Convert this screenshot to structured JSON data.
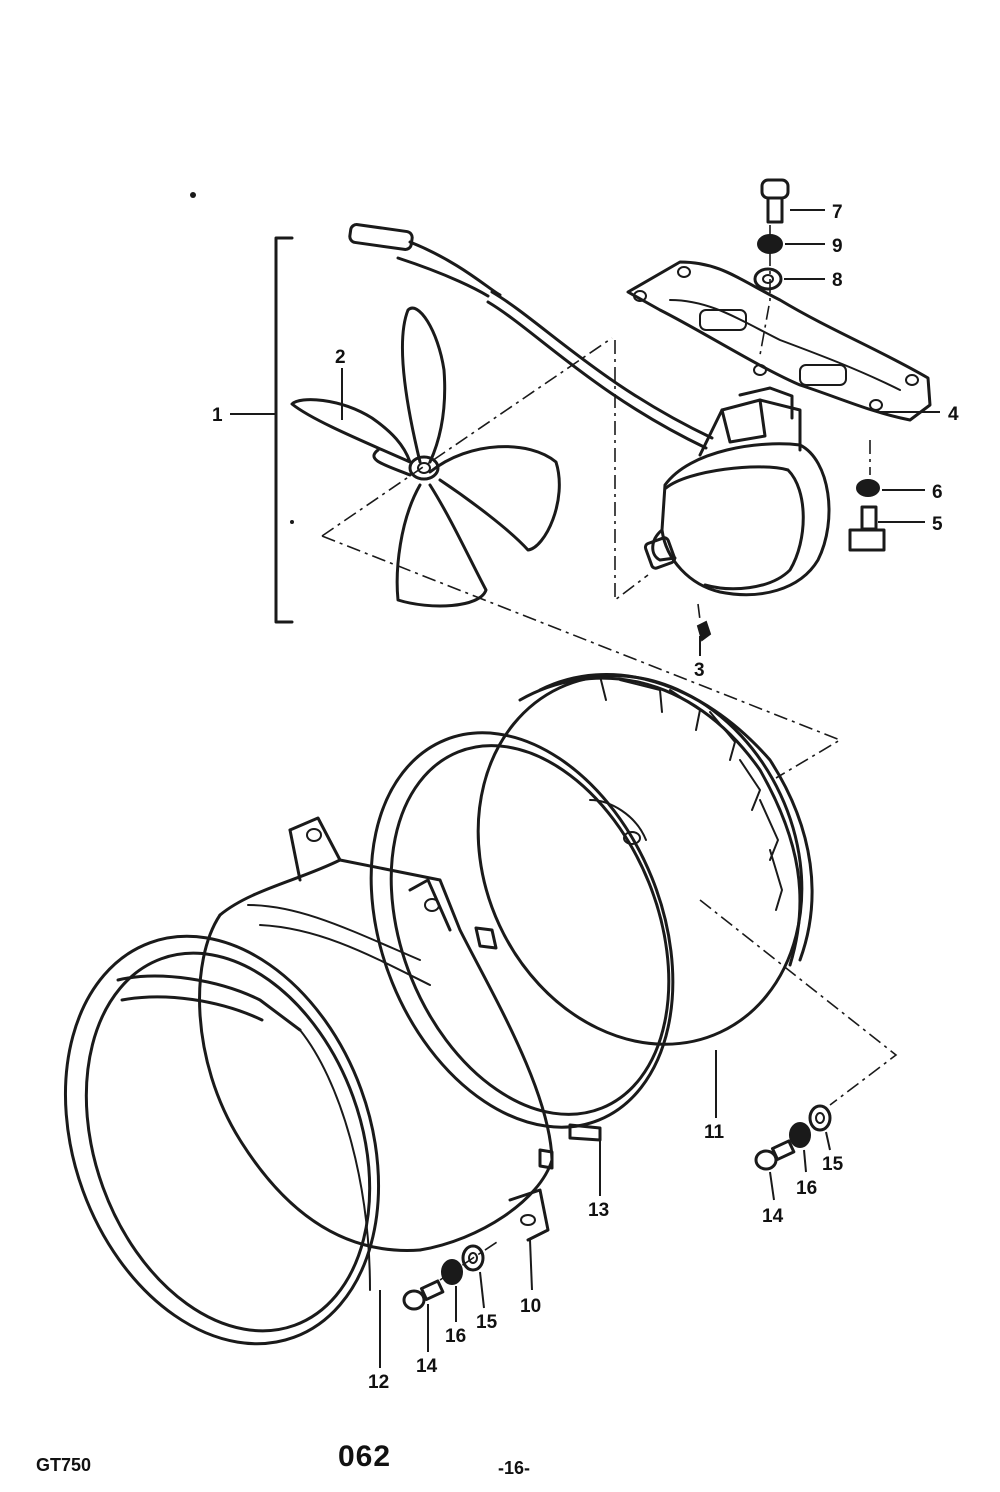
{
  "callouts": [
    "1",
    "2",
    "3",
    "4",
    "5",
    "6",
    "7",
    "8",
    "9",
    "10",
    "11",
    "12",
    "13",
    "14",
    "15",
    "16",
    "14",
    "15",
    "16"
  ],
  "footer": {
    "model": "GT750",
    "page_code": "062",
    "page_number": "-16-"
  }
}
